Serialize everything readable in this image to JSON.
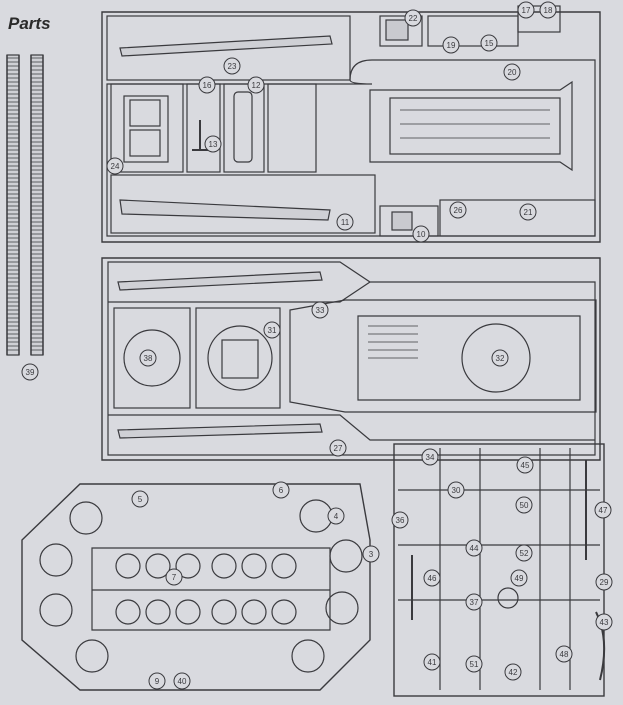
{
  "title": "Parts",
  "colors": {
    "paper": "#d9dadf",
    "ink": "#3a3a3e"
  },
  "labels": [
    "22",
    "17",
    "18",
    "19",
    "15",
    "23",
    "20",
    "16",
    "12",
    "13",
    "24",
    "26",
    "21",
    "11",
    "10",
    "33",
    "31",
    "38",
    "32",
    "39",
    "27",
    "34",
    "45",
    "30",
    "46",
    "50",
    "36",
    "44",
    "47",
    "52",
    "49",
    "37",
    "29",
    "42",
    "43",
    "41",
    "51",
    "48",
    "40",
    "9",
    "6",
    "5",
    "4",
    "3",
    "7"
  ]
}
